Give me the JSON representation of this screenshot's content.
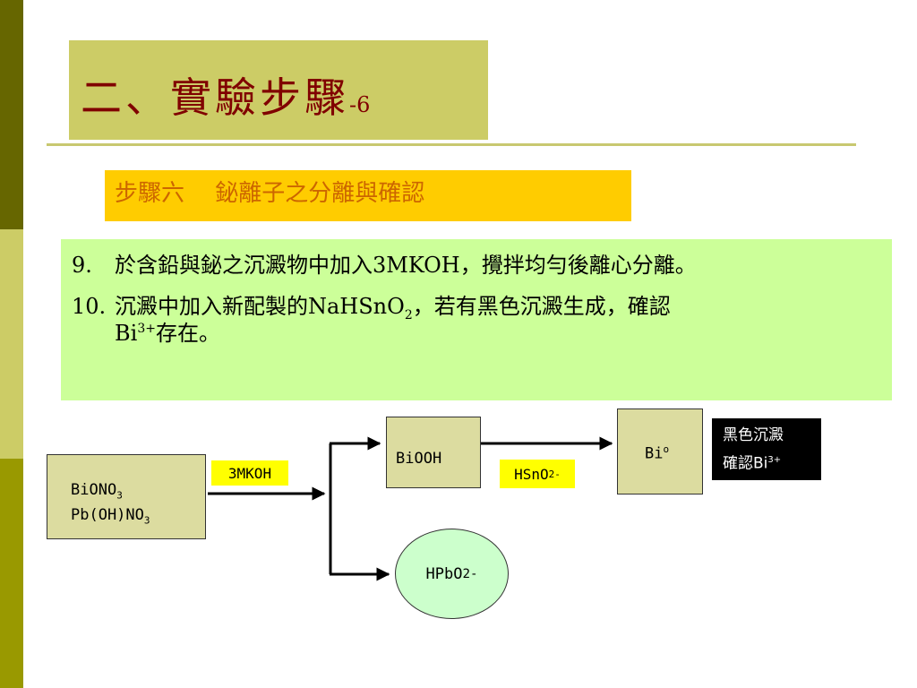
{
  "title": {
    "main": "二、實驗步驟",
    "suffix": "-6"
  },
  "step_label": "步驟六　 鉍離子之分離與確認",
  "steps": [
    {
      "number": "9.",
      "text": "於含鉛與鉍之沉澱物中加入3MKOH，攪拌均勻後離心分離。"
    },
    {
      "number": "10.",
      "text_before": "沉澱中加入新配製的NaHSnO",
      "sub": "2",
      "text_after": "，若有黑色沉澱生成，確認",
      "line2_main": "Bi",
      "line2_sup": "3+",
      "line2_after": "存在。"
    }
  ],
  "diagram": {
    "start": {
      "line1_main": "BiONO",
      "line1_sub": "3",
      "line2_main": "Pb(OH)NO",
      "line2_sub": "3"
    },
    "reagent1": "3MKOH",
    "upper": "BiOOH",
    "reagent2": {
      "main": "HSnO",
      "sub": "2",
      "sup": "-"
    },
    "result": {
      "main": "Bi",
      "sup": "o"
    },
    "lower": {
      "main": "HPbO",
      "sub": "2",
      "sup": "-"
    },
    "note": {
      "line1": "黑色沉澱",
      "line2_main": "確認Bi",
      "line2_sup": "3+"
    }
  },
  "colors": {
    "title": "#800000",
    "step_label_text": "#cc6600",
    "step_label_bg": "#ffcc00",
    "content_bg": "#ccff99",
    "node_bg": "#dcdca0",
    "ellipse_bg": "#ccffcc",
    "tag_bg": "#ffff00",
    "note_bg": "#000000"
  }
}
